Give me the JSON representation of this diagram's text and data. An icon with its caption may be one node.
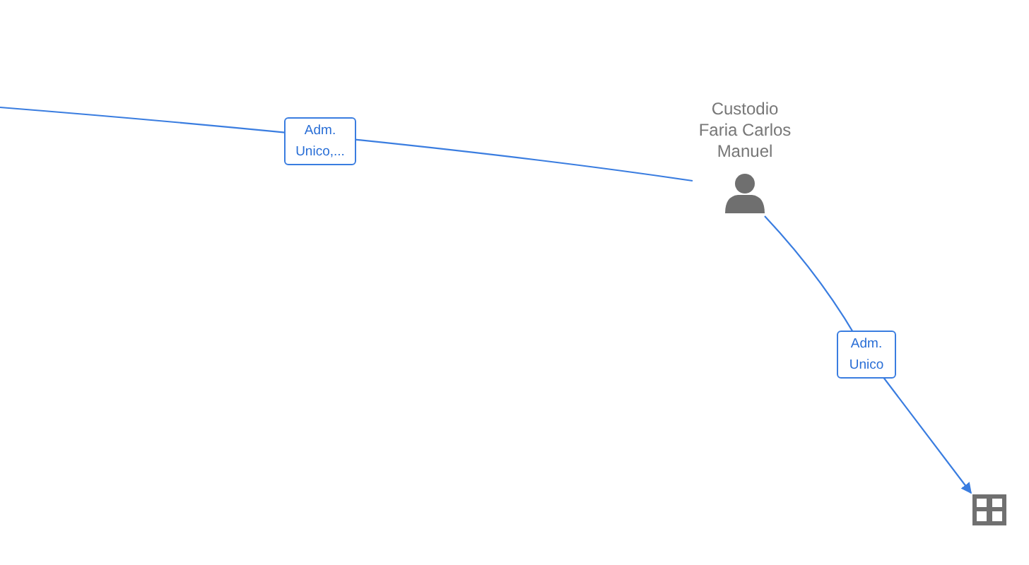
{
  "diagram": {
    "nodes": [
      {
        "text": [
          "Custodio Faria Carlos Manuel"
        ]
      },
      {
        "text": [],
        "shape": "building"
      }
    ],
    "edges": [
      {
        "from": null,
        "to": 0,
        "arrow": "none",
        "label": "Adm. Unico,..."
      },
      {
        "from": 0,
        "to": 1,
        "arrow": "to",
        "label": "Adm. Unico"
      }
    ]
  }
}
